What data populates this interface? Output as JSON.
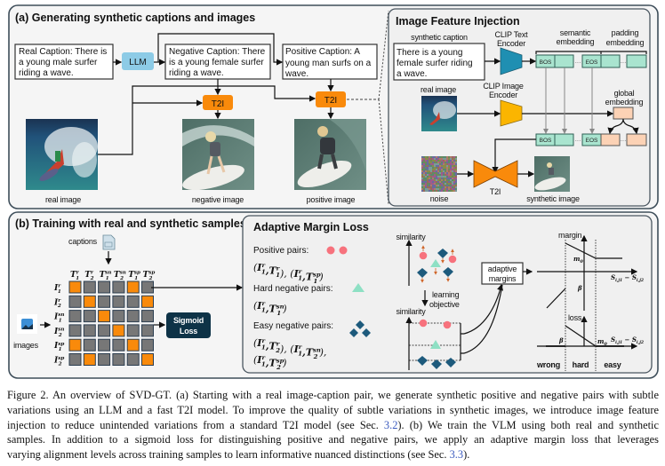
{
  "panel_a": {
    "title": "(a) Generating synthetic captions and images",
    "real_caption": [
      "Real Caption: There is",
      "a young male surfer",
      "riding a wave."
    ],
    "llm_label": "LLM",
    "negative_caption": [
      "Negative Caption: There",
      "is a young female surfer",
      "riding a wave."
    ],
    "positive_caption": [
      "Positive Caption: A",
      "young man surfs on a",
      "wave."
    ],
    "t2i_label": "T2I",
    "real_image_label": "real image",
    "negative_image_label": "negative image",
    "positive_image_label": "positive image"
  },
  "injection": {
    "title": "Image Feature Injection",
    "synthetic_caption_label": "synthetic caption",
    "synthetic_caption": [
      "There is a young",
      "female surfer riding",
      "a wave."
    ],
    "clip_text_encoder": [
      "CLIP Text",
      "Encoder"
    ],
    "clip_image_encoder": [
      "CLIP Image",
      "Encoder"
    ],
    "semantic_embedding": [
      "semantic",
      "embedding"
    ],
    "padding_embedding": [
      "padding",
      "embedding"
    ],
    "global_embedding": [
      "global",
      "embedding"
    ],
    "bos": "BOS",
    "eos": "EOS",
    "dots": "···",
    "real_image_label": "real image",
    "noise_label": "noise",
    "t2i_label": "T2I",
    "synthetic_image_label": "synthetic image"
  },
  "panel_b": {
    "title": "(b) Training with real and synthetic samples",
    "captions_label": "captions",
    "images_label": "images",
    "sigmoid_loss": [
      "Sigmoid",
      "Loss"
    ],
    "matrix": {
      "columns": [
        [
          "T",
          "r",
          "1"
        ],
        [
          "T",
          "r",
          "2"
        ],
        [
          "T",
          "sn",
          "1"
        ],
        [
          "T",
          "sn",
          "2"
        ],
        [
          "T",
          "sp",
          "1"
        ],
        [
          "T",
          "sp",
          "2"
        ]
      ],
      "rows": [
        [
          "I",
          "r",
          "1"
        ],
        [
          "I",
          "r",
          "2"
        ],
        [
          "I",
          "sn",
          "1"
        ],
        [
          "I",
          "sn",
          "2"
        ],
        [
          "I",
          "sp",
          "1"
        ],
        [
          "I",
          "sp",
          "2"
        ]
      ],
      "highlighted": [
        [
          1,
          0,
          0,
          0,
          1,
          0
        ],
        [
          0,
          1,
          0,
          0,
          0,
          1
        ],
        [
          0,
          0,
          1,
          0,
          0,
          0
        ],
        [
          0,
          0,
          0,
          1,
          0,
          0
        ],
        [
          1,
          0,
          0,
          0,
          1,
          0
        ],
        [
          0,
          1,
          0,
          0,
          0,
          1
        ]
      ]
    }
  },
  "margin_loss": {
    "title": "Adaptive Margin Loss",
    "positive_label": "Positive pairs:",
    "positive_pairs": [
      [
        [
          "I",
          "r",
          "1"
        ],
        [
          "T",
          "r",
          "1"
        ]
      ],
      [
        [
          "I",
          "r",
          "1"
        ],
        [
          "T",
          "sp",
          "1"
        ]
      ]
    ],
    "hard_label": "Hard negative pairs:",
    "hard_pairs": [
      [
        [
          "I",
          "r",
          "1"
        ],
        [
          "T",
          "sn",
          "1"
        ]
      ]
    ],
    "easy_label": "Easy negative pairs:",
    "easy_pairs": [
      [
        [
          "I",
          "r",
          "1"
        ],
        [
          "T",
          "r",
          "2"
        ]
      ],
      [
        [
          "I",
          "r",
          "1"
        ],
        [
          "T",
          "sn",
          "2"
        ]
      ],
      [
        [
          "I",
          "r",
          "1"
        ],
        [
          "T",
          "sp",
          "2"
        ]
      ]
    ],
    "similarity_label": "similarity",
    "learning_objective": [
      "learning",
      "objective"
    ],
    "adaptive_margins": [
      "adaptive",
      "margins"
    ],
    "margin_axis": "margin",
    "loss_axis": "loss",
    "m0": "m",
    "m0_sub": "0",
    "beta": "β",
    "x_axis_label": "S",
    "x_axis_sub1": "i,j",
    "x_axis_sub1b": "1",
    "x_axis_sub2": "i,j",
    "x_axis_sub2b": "2",
    "regions": [
      "wrong",
      "hard",
      "easy"
    ]
  },
  "caption": {
    "lines": [
      [
        "Figure 2. An overview of SVD-GT. (a) Starting with a real image-caption pair, we generate synthetic positive and negative pairs with subtle"
      ],
      [
        "variations using an LLM and a fast T2I model. To improve the quality of subtle variations in synthetic images, we introduce image feature"
      ],
      [
        "injection to reduce unintended variations from a standard T2I model (see Sec. ",
        "3.2",
        "). (b) We train the VLM using both real and synthetic"
      ],
      [
        "samples.  In addition to a sigmoid loss for distinguishing positive and negative pairs, we apply an adaptive margin loss that leverages"
      ],
      [
        "varying alignment levels across training samples to learn informative nuanced distinctions (see Sec. ",
        "3.3",
        ")."
      ]
    ]
  },
  "colors": {
    "orange": "#f98a0b",
    "llm_blue": "#8dcbe6",
    "token_green": "#a9e4cf",
    "token_peach": "#fcd2b5",
    "positive_pink": "#f7727d",
    "hard_teal": "#8ee0c4",
    "easy_navy": "#1d5a7c",
    "sigmoid_navy": "#0e3347",
    "text_encoder": "#1f8fb2",
    "image_encoder": "#fbb500"
  }
}
